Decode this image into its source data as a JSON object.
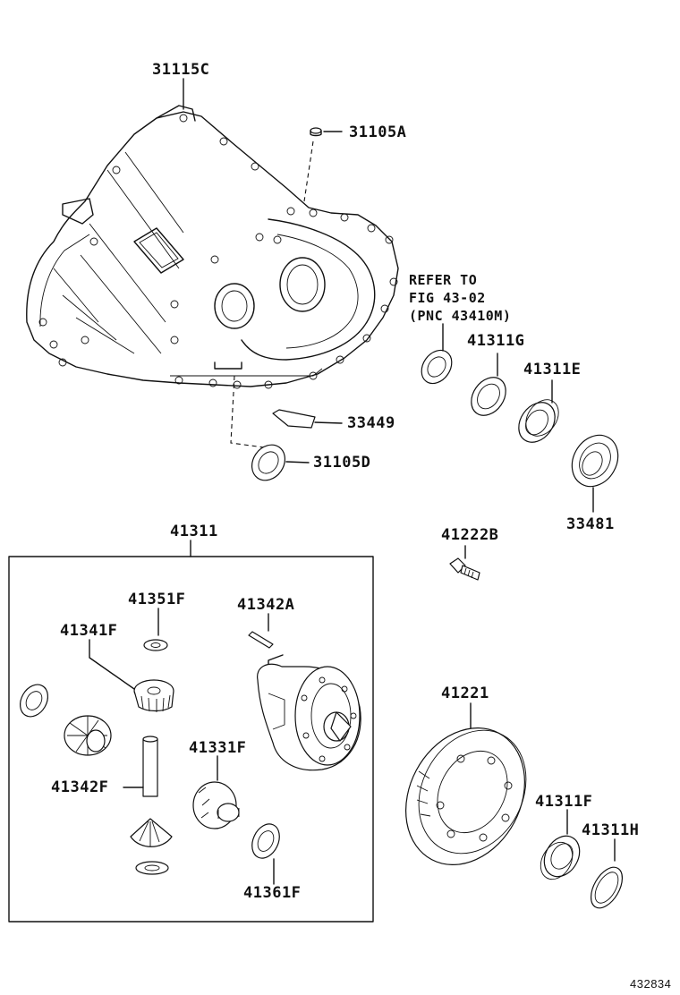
{
  "labels": {
    "p31115C": "31115C",
    "p31105A": "31105A",
    "refer1": "REFER TO",
    "refer2": "FIG 43-02",
    "refer3": "(PNC 43410M)",
    "p41311G": "41311G",
    "p41311E": "41311E",
    "p33449": "33449",
    "p31105D": "31105D",
    "p33481": "33481",
    "p41311": "41311",
    "p41222B": "41222B",
    "p41351F": "41351F",
    "p41342A": "41342A",
    "p41341F": "41341F",
    "p41221": "41221",
    "p41331F": "41331F",
    "p41342F": "41342F",
    "p41311F": "41311F",
    "p41311H": "41311H",
    "p41361F": "41361F",
    "figure_id": "432834"
  }
}
